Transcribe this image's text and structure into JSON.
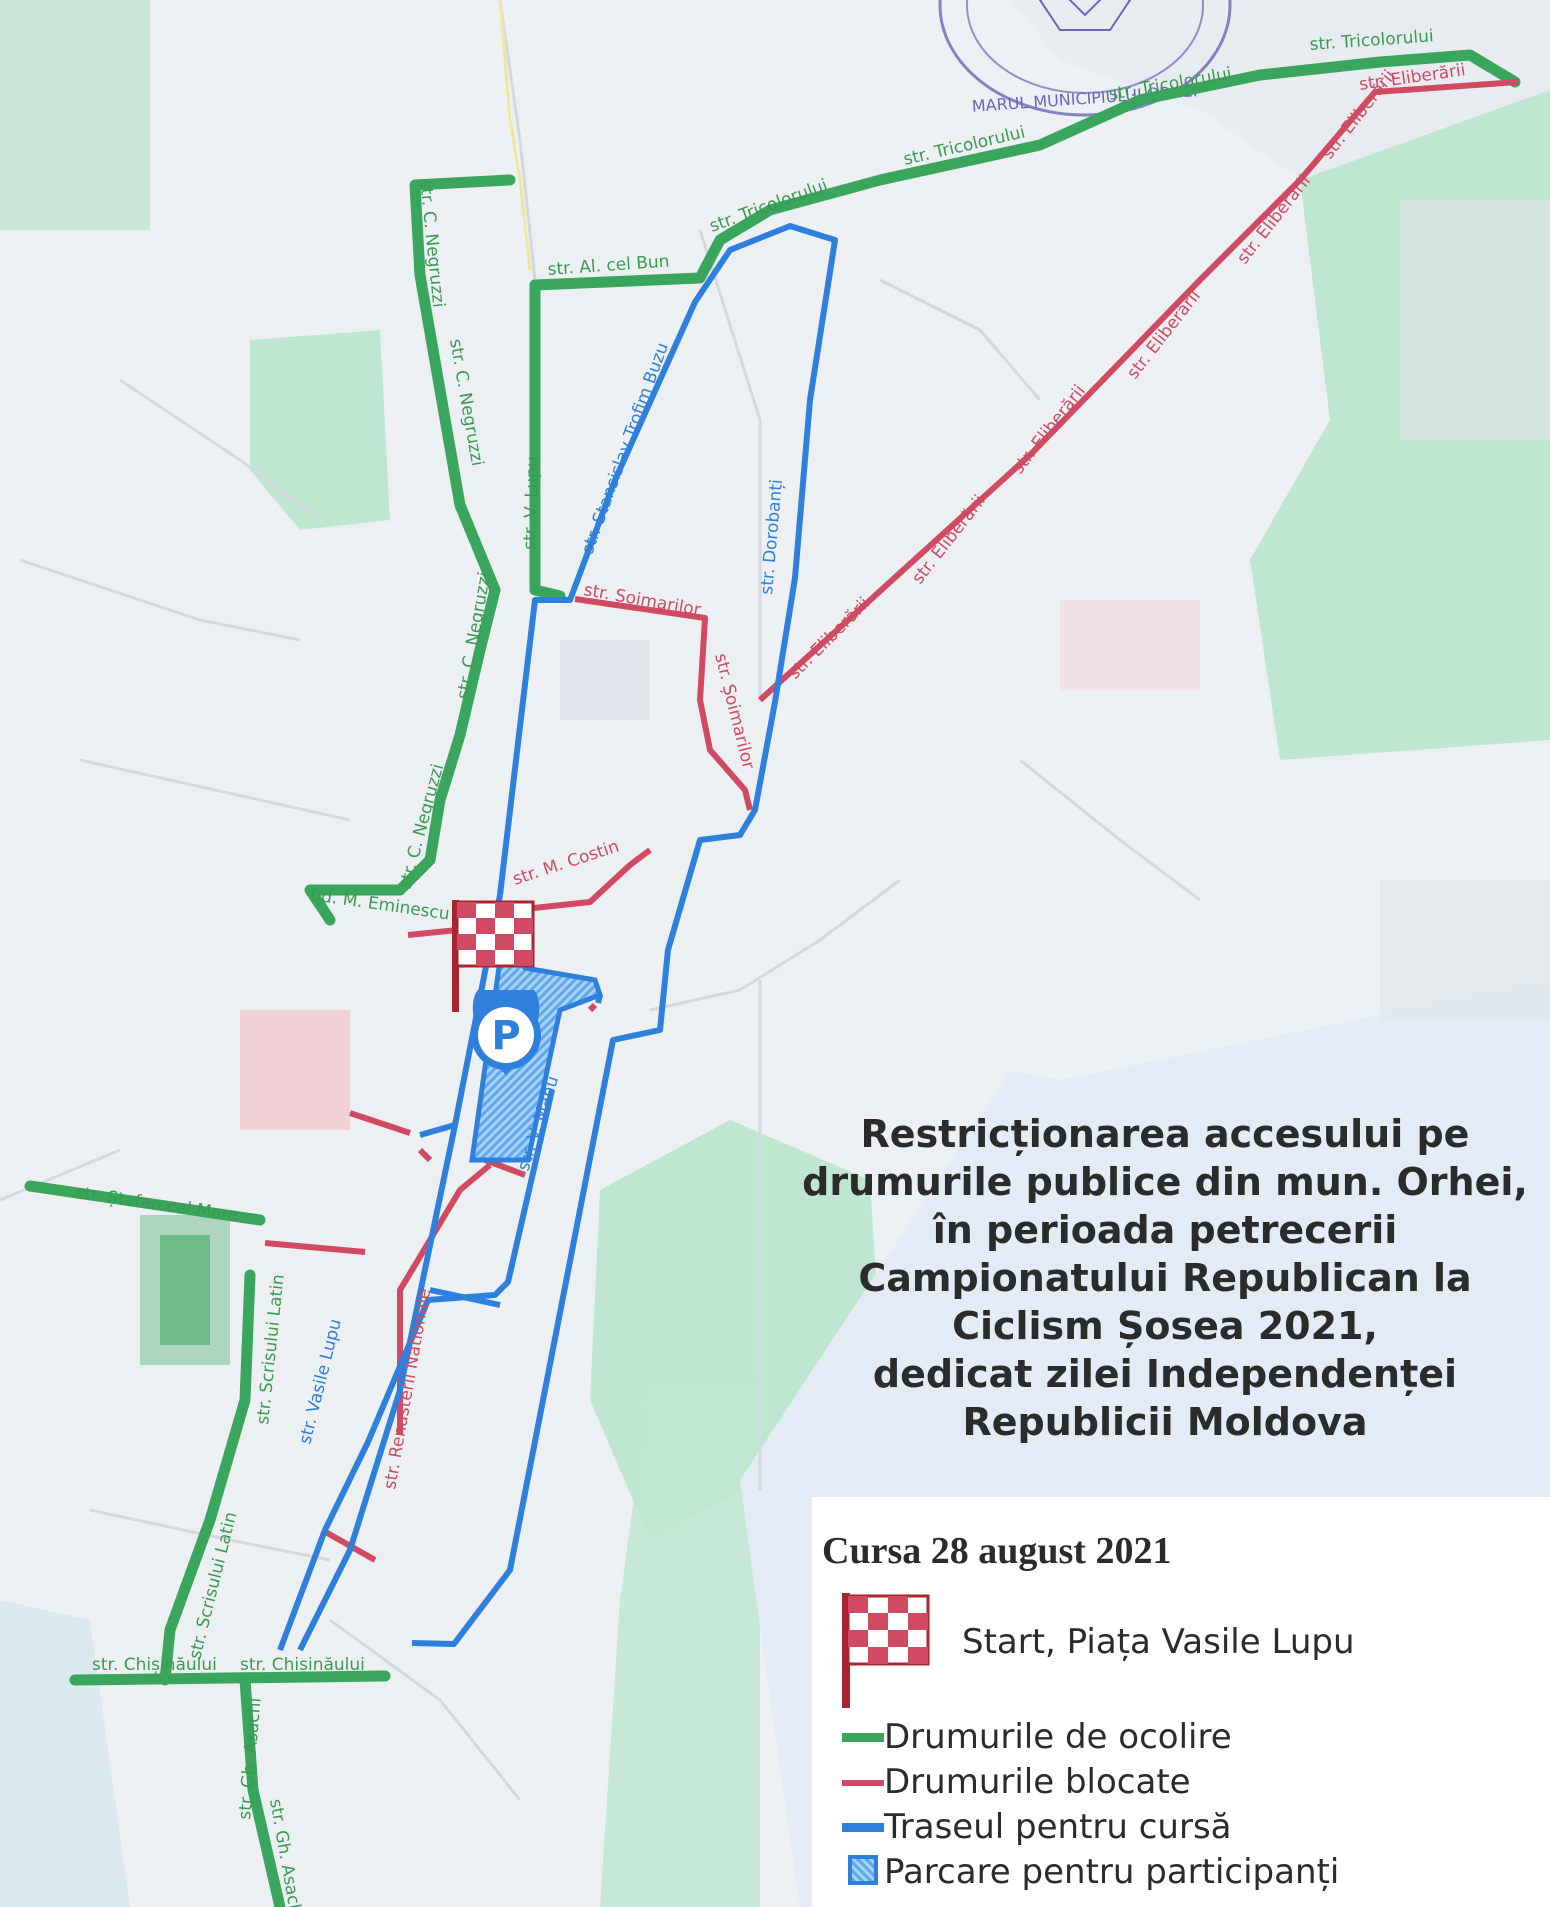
{
  "colors": {
    "detour": "#3aa55c",
    "blocked": "#cf4a62",
    "race": "#2f80dc",
    "parking_fill": "#6fb4ee"
  },
  "icons": [
    "checkered-flag-icon",
    "parking-pin-icon",
    "stamp-seal"
  ],
  "stamp": {
    "text": "MARUL MUNICIPIULUI ORHEI"
  },
  "map_labels": {
    "tricolorului_1": "str. Tricolorului",
    "tricolorului_2": "str. Tricolorului",
    "tricolorului_3": "str. Tricolorului",
    "tricolorului_4": "str. Tricolorului",
    "eliberarii_top": "str. Eliberării",
    "eliberarii_1": "str. Eliberării",
    "eliberarii_2": "str. Eliberării",
    "eliberarii_3": "str. Eliberării",
    "eliberarii_4": "str. Eliberării",
    "eliberarii_5": "str. Eliberării",
    "eliberarii_6": "str. Eliberării",
    "al_cel_bun": "str. Al. cel Bun",
    "negruzzi_1": "str. C. Negruzzi",
    "negruzzi_2": "str. C. Negruzzi",
    "negruzzi_3": "str. C. Negruzzi",
    "negruzzi_4": "str. C. Negruzzi",
    "v_lupu": "str. V. Lupu",
    "trofim_buzu": "str. Stansislav Trofim Buzu",
    "dorobanti": "str. Dorobanți",
    "soimarilor_1": "str. Șoimarilor",
    "soimarilor_2": "str. Șoimarilor",
    "m_costin": "str. M. Costin",
    "m_eminescu": "bd. M. Eminescu",
    "v_mahu": "str. V. Mahu",
    "stefan_cel_mare": "str. Ștefan cel Mare",
    "scrisului_latin_1": "str. Scrisului Latin",
    "scrisului_latin_2": "str. Scrisului Latin",
    "vasile_lupu": "str. Vasile Lupu",
    "renasterii": "str. Renasterii Nationale",
    "chisinaului_1": "str. Chișinăului",
    "chisinaului_2": "str. Chișinăului",
    "gh_asachi_1": "str. Gh. Asachi",
    "gh_asachi_2": "str. Gh. Asachi",
    "parking_symbol": "P"
  },
  "title": {
    "lines": [
      "Restricționarea accesului pe",
      "drumurile publice din mun. Orhei,",
      "în perioada petrecerii",
      "Campionatului Republican la",
      "Ciclism Șosea 2021,",
      "dedicat zilei Independenței",
      "Republicii Moldova"
    ]
  },
  "legend": {
    "heading": "Cursa 28 august 2021",
    "start": "Start, Piața Vasile Lupu",
    "detour": "Drumurile de ocolire",
    "blocked": "Drumurile blocate",
    "race": "Traseul pentru cursă",
    "parking": "Parcare pentru participanți"
  }
}
